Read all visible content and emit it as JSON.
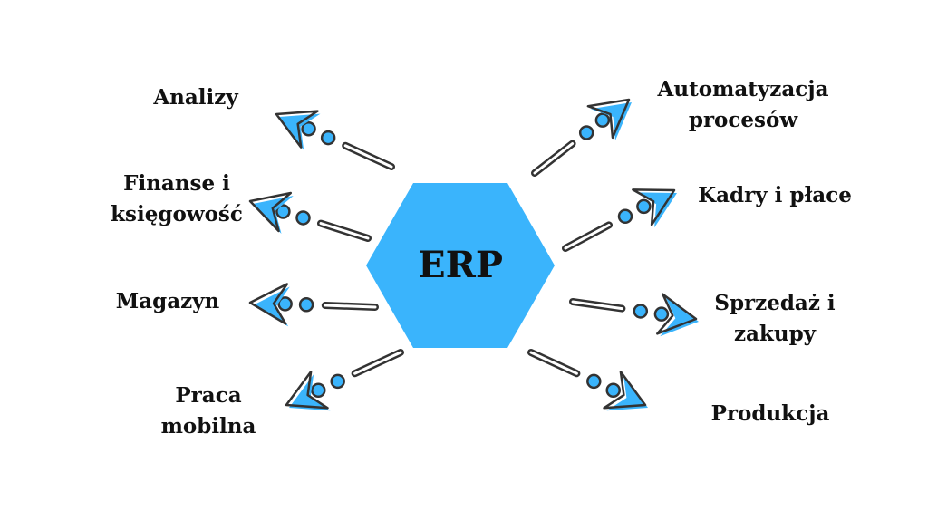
{
  "colors": {
    "accent": "#3ab4fc",
    "outline": "#333333",
    "text": "#111111",
    "background": "#ffffff"
  },
  "center": {
    "label": "ERP"
  },
  "nodes": [
    {
      "id": "analizy",
      "lines": [
        "Analizy"
      ]
    },
    {
      "id": "finanse",
      "lines": [
        "Finanse i",
        "księgowość"
      ]
    },
    {
      "id": "magazyn",
      "lines": [
        "Magazyn"
      ]
    },
    {
      "id": "praca",
      "lines": [
        "Praca",
        "mobilna"
      ]
    },
    {
      "id": "automatyzacja",
      "lines": [
        "Automatyzacja",
        "procesów"
      ]
    },
    {
      "id": "kadry",
      "lines": [
        "Kadry i płace"
      ]
    },
    {
      "id": "sprzedaz",
      "lines": [
        "Sprzedaż i",
        "zakupy"
      ]
    },
    {
      "id": "produkcja",
      "lines": [
        "Produkcja"
      ]
    }
  ]
}
